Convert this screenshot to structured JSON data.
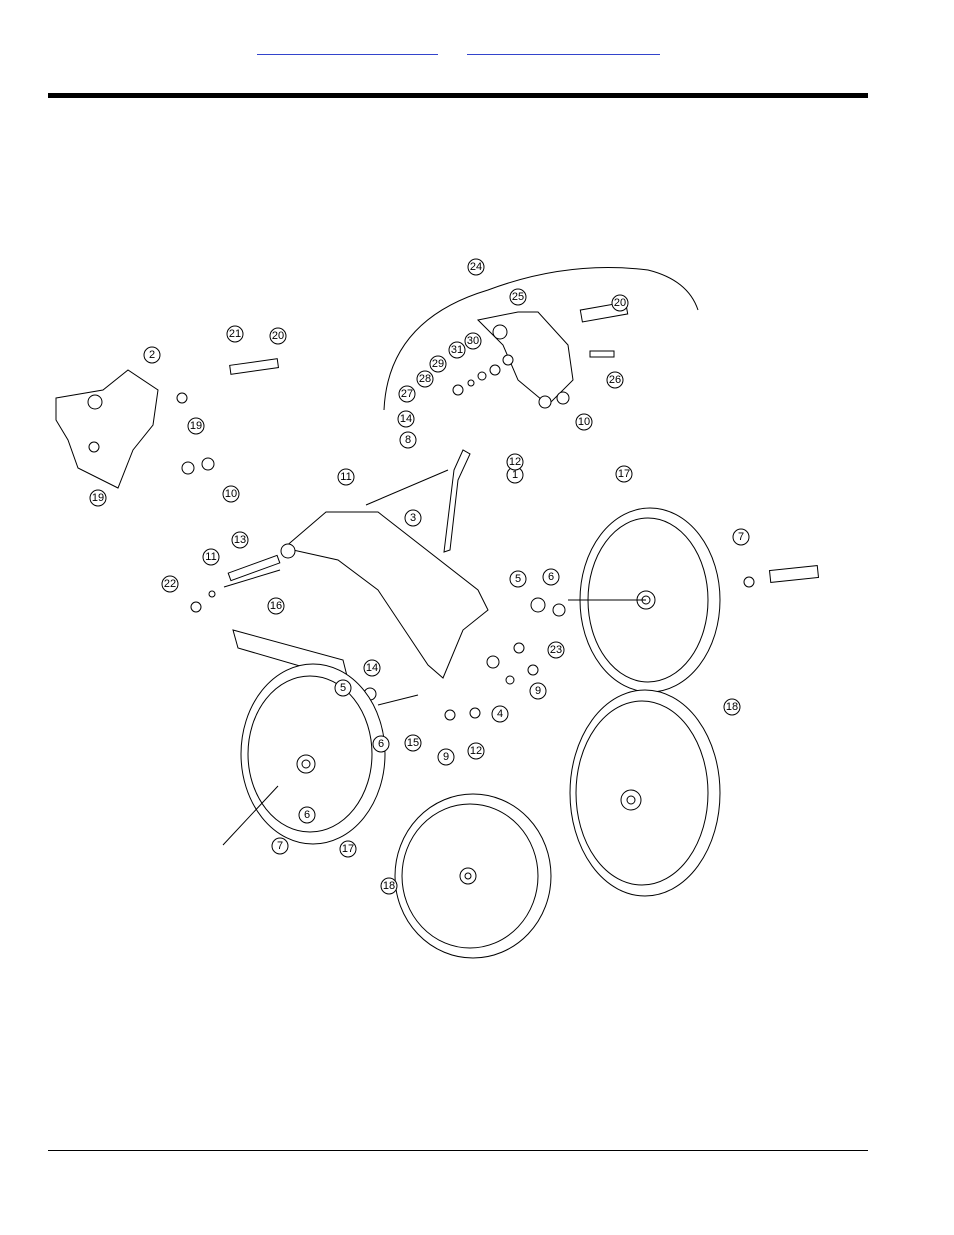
{
  "header": {
    "link1_label": "",
    "link2_label": ""
  },
  "diagram": {
    "callouts": [
      "1",
      "2",
      "3",
      "4",
      "5",
      "5",
      "6",
      "6",
      "6",
      "7",
      "7",
      "8",
      "9",
      "9",
      "10",
      "10",
      "11",
      "11",
      "12",
      "12",
      "13",
      "14",
      "14",
      "15",
      "16",
      "17",
      "17",
      "18",
      "18",
      "19",
      "19",
      "20",
      "20",
      "21",
      "22",
      "23",
      "24",
      "25",
      "26",
      "27",
      "28",
      "29",
      "30",
      "31"
    ]
  }
}
